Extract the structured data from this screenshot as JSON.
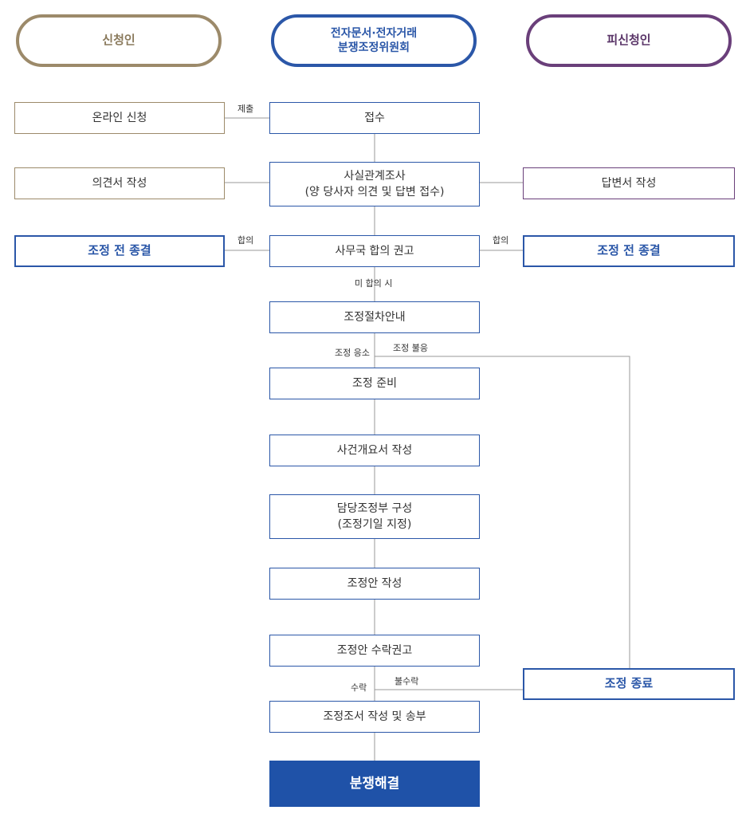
{
  "headers": {
    "applicant": "신청인",
    "committee": [
      "전자문서·전자거래",
      "분쟁조정위원회"
    ],
    "respondent": "피신청인"
  },
  "nodes": {
    "online_apply": "온라인 신청",
    "receipt": "접수",
    "opinion_write": "의견서 작성",
    "fact_check": [
      "사실관계조사",
      "(양 당사자 의견 및 답변 접수)"
    ],
    "answer_write": "답변서 작성",
    "pre_end_left": "조정 전 종결",
    "recommend": "사무국 합의 권고",
    "pre_end_right": "조정 전 종결",
    "guide": "조정절차안내",
    "prepare": "조정 준비",
    "summary": "사건개요서 작성",
    "panel": [
      "담당조정부 구성",
      "(조정기일 지정)"
    ],
    "draft": "조정안 작성",
    "accept_recommend": "조정안 수락권고",
    "end": "조정 종료",
    "protocol": "조정조서 작성 및 송부",
    "resolved": "분쟁해결"
  },
  "labels": {
    "submit": "제출",
    "agree_left": "합의",
    "agree_right": "합의",
    "no_agree": "미 합의 시",
    "mediation_accept": "조정 응소",
    "mediation_refuse": "조정 불응",
    "accept": "수락",
    "not_accept": "불수락"
  },
  "colors": {
    "applicant": "#9c8a6a",
    "committee": "#2b57a8",
    "respondent": "#6a3f7a",
    "line": "#999999",
    "final_fill": "#1f52a8"
  }
}
